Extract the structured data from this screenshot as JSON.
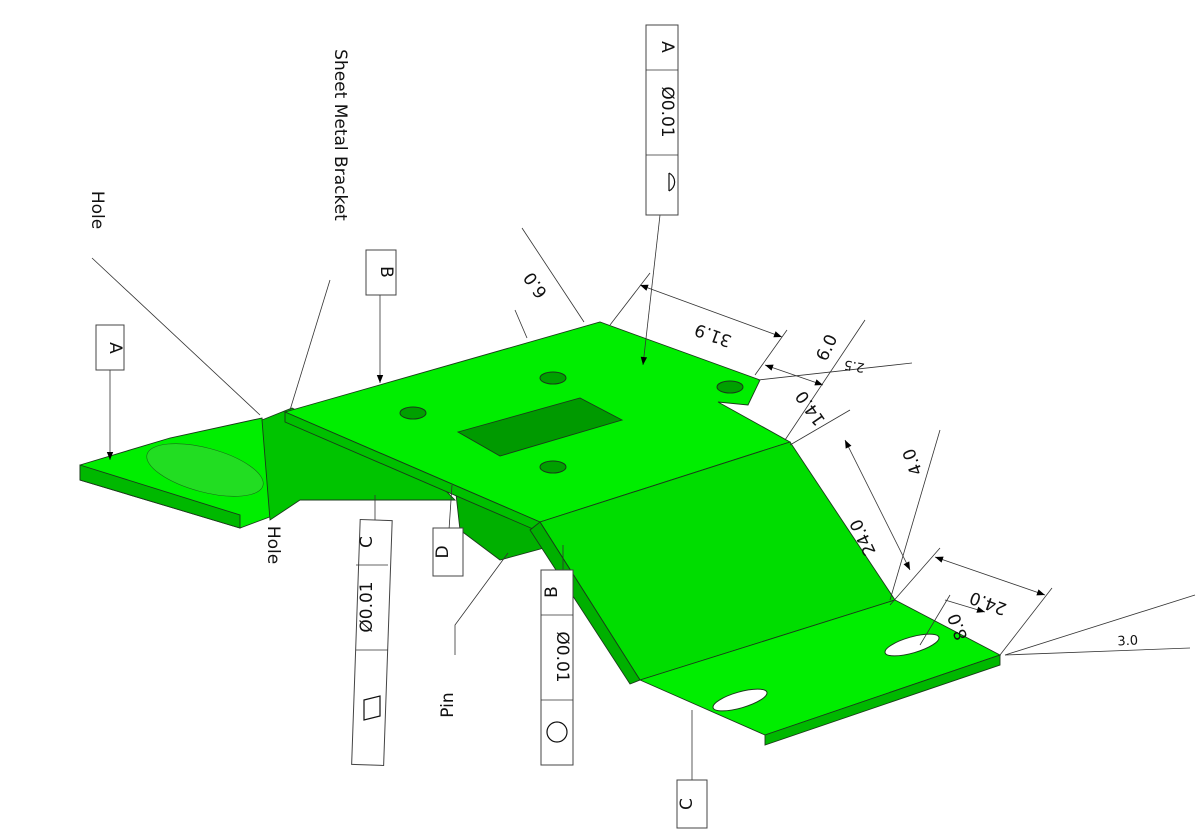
{
  "colors": {
    "part": "#00ee00",
    "part_shade": "#00c800",
    "part_dark": "#009a00",
    "line": "#333333"
  },
  "labels": {
    "title_note": "Sheet Metal Bracket",
    "hole_top": "Hole",
    "hole_bottom": "Hole",
    "pin": "Pin"
  },
  "datums": {
    "a": "A",
    "b": "B",
    "c_left": "C",
    "d": "D",
    "c_bottom": "C"
  },
  "frames": {
    "top": {
      "symbol": "profile-of-surface",
      "tolerance": "Ø0.01",
      "datum": "A"
    },
    "left": {
      "symbol": "flatness",
      "tolerance": "Ø0.01",
      "datum": "C"
    },
    "bottom": {
      "symbol": "circularity",
      "tolerance": "Ø0.01",
      "datum": "B"
    }
  },
  "dimensions": {
    "d1": "6.0",
    "d2": "31.9",
    "d3": "6.0",
    "d4": "2.5",
    "d5": "14.0",
    "d6": "4.0",
    "d7": "24.0",
    "d8": "24.0",
    "d9": "8.0",
    "d10": "3.0"
  }
}
